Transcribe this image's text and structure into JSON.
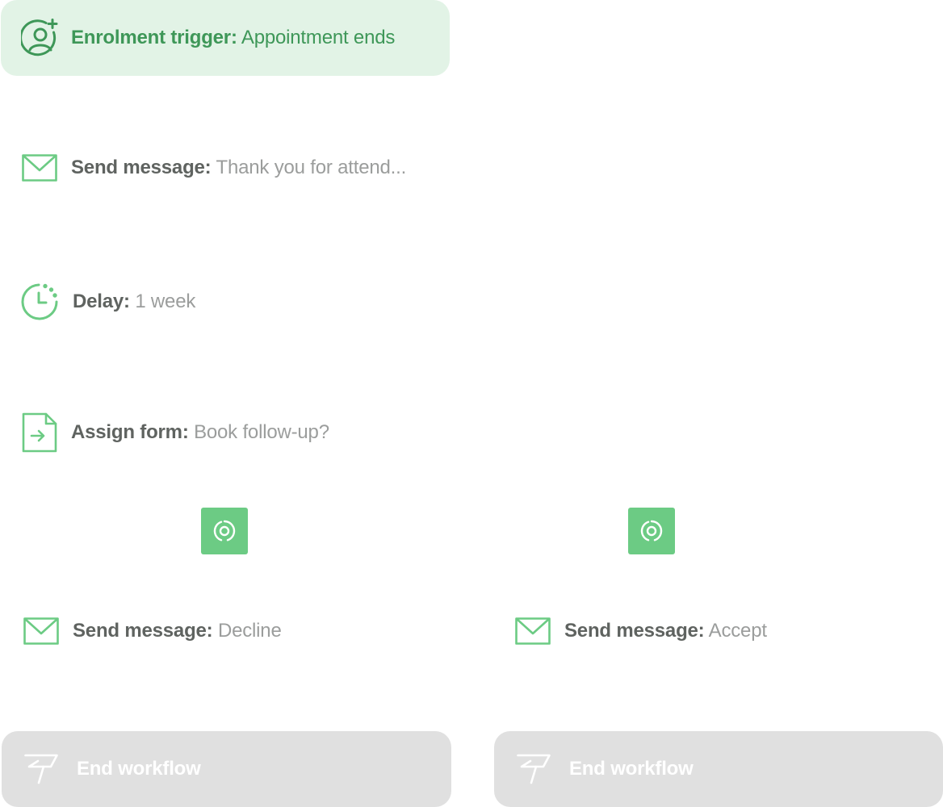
{
  "trigger": {
    "key": "Enrolment trigger:",
    "value": "Appointment ends",
    "icon": "user-plus-icon"
  },
  "steps": [
    {
      "key": "Send message:",
      "value": "Thank you for attend...",
      "icon": "envelope-icon"
    },
    {
      "key": "Delay:",
      "value": "1 week",
      "icon": "clock-icon"
    },
    {
      "key": "Assign form:",
      "value": "Book follow-up?",
      "icon": "form-arrow-icon"
    }
  ],
  "branches": {
    "left": {
      "button_icon": "branch-target-icon",
      "step": {
        "key": "Send message:",
        "value": "Decline",
        "icon": "envelope-icon"
      },
      "end_label": "End workflow",
      "end_icon": "flag-icon"
    },
    "right": {
      "button_icon": "branch-target-icon",
      "step": {
        "key": "Send message:",
        "value": "Accept",
        "icon": "envelope-icon"
      },
      "end_label": "End workflow",
      "end_icon": "flag-icon"
    }
  },
  "colors": {
    "accent": "#6ccb84",
    "trigger_bg": "#e2f3e6",
    "trigger_text": "#3e9758",
    "end_bg": "#e0e0e0",
    "key_text": "#5f6360",
    "value_text": "#9b9d9c"
  }
}
